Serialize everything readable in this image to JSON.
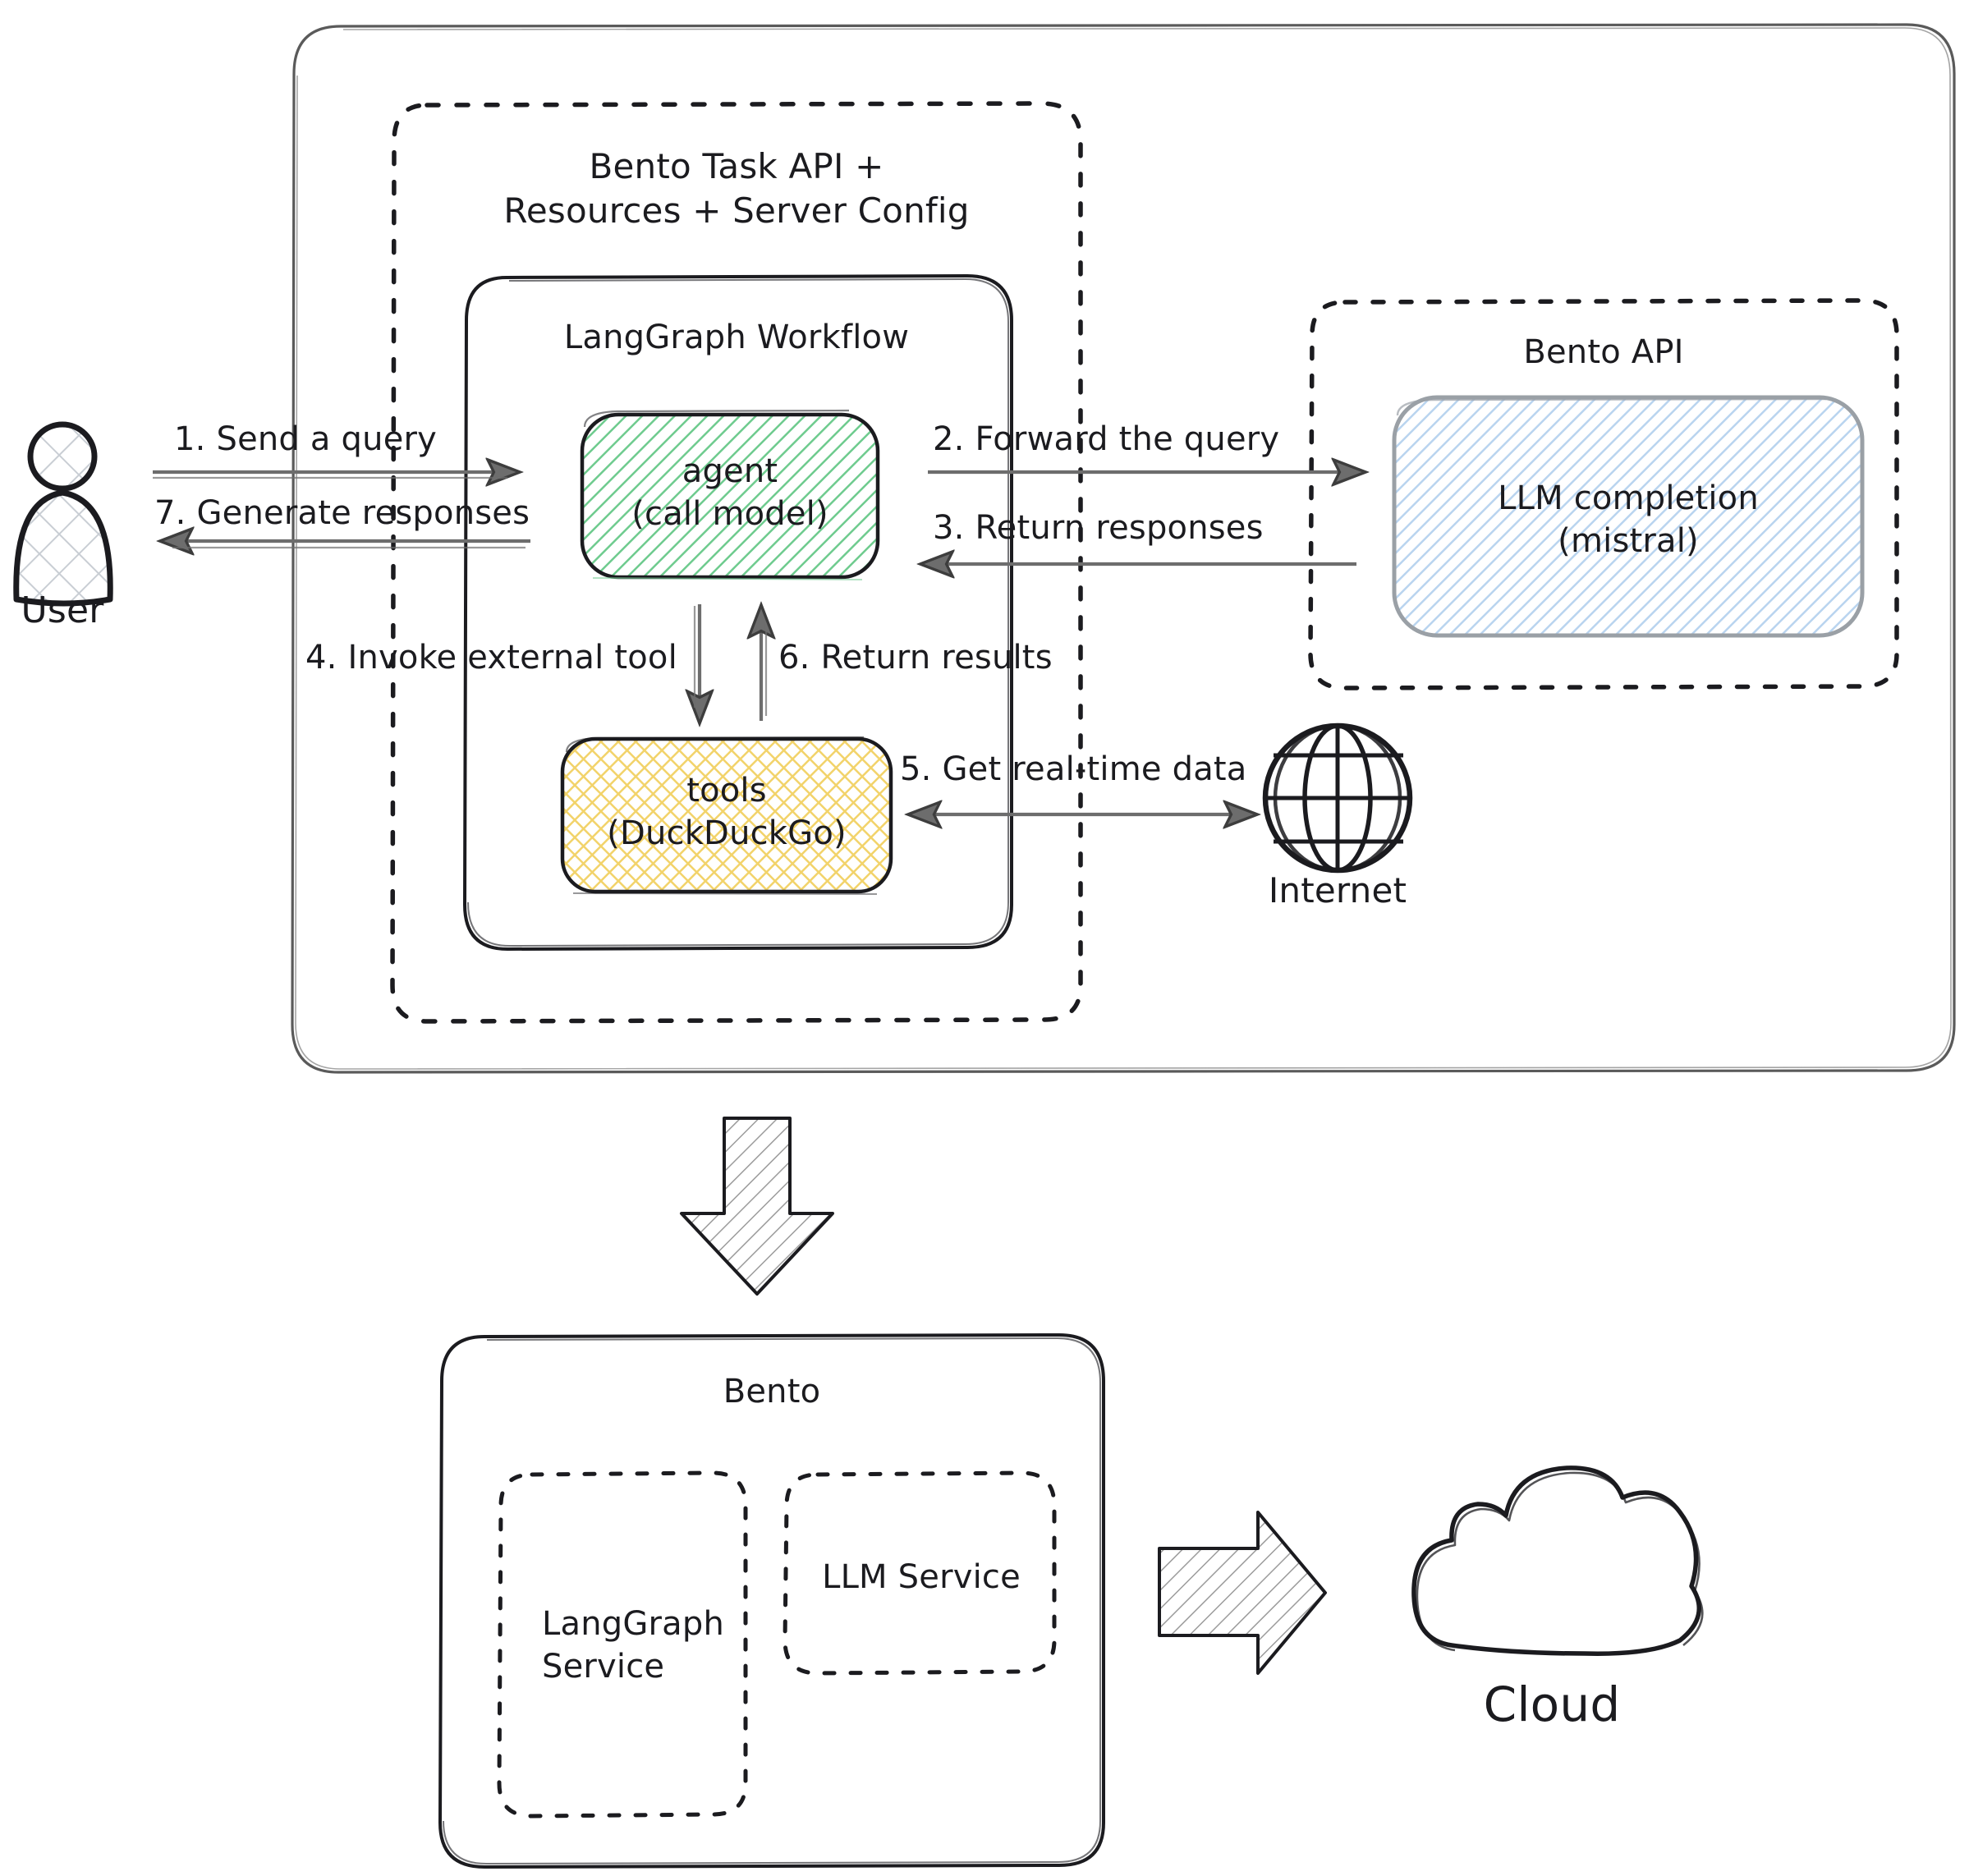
{
  "diagram": {
    "title_absent": true,
    "background": "#ffffff",
    "stroke": "#1b1b1f",
    "muted_stroke": "#5a5a5a"
  },
  "top_section": {
    "outer_frame": {
      "name": "outer-service-frame",
      "style": "solid-rounded"
    },
    "inner_dashed": {
      "name": "bento-task-api-container",
      "style": "dashed-rounded",
      "label_line1": "Bento Task API +",
      "label_line2": "Resources + Server Config"
    },
    "workflow_box": {
      "name": "langgraph-workflow-box",
      "style": "solid-rounded",
      "label": "LangGraph Workflow"
    },
    "agent_node": {
      "name": "agent-node",
      "label_line1": "agent",
      "label_line2": "(call model)",
      "fill": "#d7f0dd",
      "hatch_color": "#5cc27e",
      "pattern": "diagonal-hatch"
    },
    "tools_node": {
      "name": "tools-node",
      "label_line1": "tools",
      "label_line2": "(DuckDuckGo)",
      "fill": "#fdf0bd",
      "hatch_color": "#e7c44a",
      "pattern": "cross-hatch"
    },
    "bento_api_container": {
      "name": "bento-api-container",
      "style": "dashed-rounded",
      "label": "Bento API"
    },
    "llm_completion_node": {
      "name": "llm-completion-node",
      "label_line1": "LLM completion",
      "label_line2": "(mistral)",
      "fill": "#e8f1fb",
      "hatch_color": "#a8c8ea",
      "pattern": "diagonal-hatch",
      "border": "#9aa0a6"
    },
    "user": {
      "name": "user-actor",
      "label": "User",
      "icon": "user-person-icon"
    },
    "internet": {
      "name": "internet-actor",
      "label": "Internet",
      "icon": "globe-icon"
    },
    "flows": [
      {
        "id": 1,
        "label": "1. Send a query",
        "direction": "right"
      },
      {
        "id": 7,
        "label": "7. Generate responses",
        "direction": "left"
      },
      {
        "id": 2,
        "label": "2. Forward the query",
        "direction": "right"
      },
      {
        "id": 3,
        "label": "3. Return responses",
        "direction": "left"
      },
      {
        "id": 4,
        "label": "4. Invoke external tool",
        "direction": "down"
      },
      {
        "id": 6,
        "label": "6. Return results",
        "direction": "up"
      },
      {
        "id": 5,
        "label": "5. Get real-time data",
        "direction": "both"
      }
    ]
  },
  "transition": {
    "down_arrow": {
      "name": "down-block-arrow-icon",
      "pattern": "diagonal-hatch"
    },
    "right_arrow": {
      "name": "right-block-arrow-icon",
      "pattern": "diagonal-hatch"
    }
  },
  "bottom_section": {
    "bento_box": {
      "name": "bento-package-box",
      "style": "solid-rounded",
      "label": "Bento"
    },
    "langgraph_service": {
      "name": "langgraph-service-box",
      "style": "dashed-rounded",
      "label_line1": "LangGraph",
      "label_line2": "Service"
    },
    "llm_service": {
      "name": "llm-service-box",
      "style": "dashed-rounded",
      "label": "LLM Service"
    },
    "cloud": {
      "name": "cloud-target",
      "label": "Cloud",
      "icon": "cloud-icon"
    }
  }
}
